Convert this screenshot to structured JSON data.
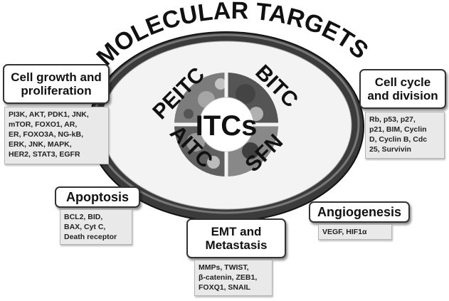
{
  "title": "MOLECULAR TARGETS",
  "center": {
    "label": "ITCs",
    "compounds": [
      "PEITC",
      "BITC",
      "AITC",
      "SFN"
    ]
  },
  "targets": {
    "cell_growth": {
      "heading": [
        "Cell growth and",
        "proliferation"
      ],
      "items": [
        "PI3K, AKT, PDK1, JNK,",
        "mTOR, FOXO1, AR,",
        "ER, FOXO3A, NG-kB,",
        "ERK, JNK, MAPK,",
        "HER2, STAT3, EGFR"
      ]
    },
    "cell_cycle": {
      "heading": [
        "Cell cycle",
        "and division"
      ],
      "items": [
        "Rb, p53, p27,",
        "p21, BIM, Cyclin",
        "D, Cyclin B, Cdc",
        "25, Survivin"
      ]
    },
    "apoptosis": {
      "heading": [
        "Apoptosis"
      ],
      "items": [
        "BCL2, BID,",
        "BAX, Cyt C,",
        "Death receptor"
      ]
    },
    "angiogenesis": {
      "heading": [
        "Angiogenesis"
      ],
      "items": [
        "VEGF, HIF1α"
      ]
    },
    "emt": {
      "heading": [
        "EMT and",
        "Metastasis"
      ],
      "items": [
        "MMPs, TWIST,",
        "β-catenin, ZEB1,",
        "FOXQ1, SNAIL"
      ]
    }
  }
}
